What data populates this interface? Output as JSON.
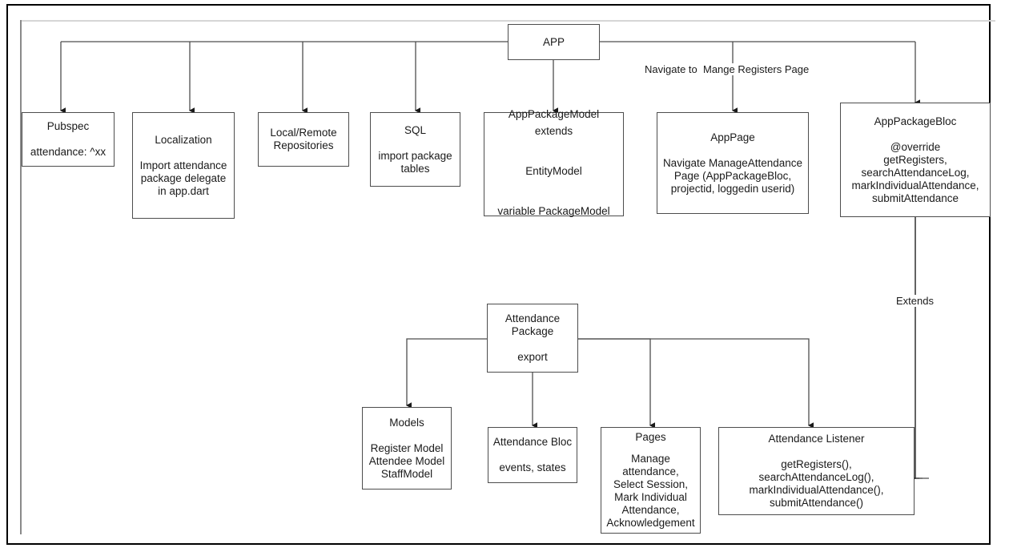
{
  "diagram": {
    "title": "Attendance Package Integration Flow",
    "type": "flowchart",
    "colors": {
      "node_border": "#4d4d4d",
      "frame": "#000000",
      "canvas_border": "#d6d6d6",
      "edge": "#4d4d4d",
      "text": "#1a1a1a"
    },
    "nodes": {
      "app": {
        "title": "APP",
        "body": ""
      },
      "pubspec": {
        "title": "Pubspec",
        "body": "attendance: ^xx"
      },
      "localization": {
        "title": "Localization",
        "body": "Import attendance\npackage delegate\nin app.dart"
      },
      "repositories": {
        "title": "Local/Remote\nRepositories",
        "body": ""
      },
      "sql": {
        "title": "SQL",
        "body": "import package\ntables"
      },
      "app_package_model": {
        "title": "AppPackageModel",
        "body": "extends\n\nEntityModel\n\nvariable PackageModel"
      },
      "app_page": {
        "title": "AppPage",
        "body": "Navigate ManageAttendance\nPage (AppPackageBloc,\nprojectid, loggedin userid)"
      },
      "app_package_bloc": {
        "title": "AppPackageBloc",
        "body": "@override\ngetRegisters,\nsearchAttendanceLog,\nmarkIndividualAttendance,\nsubmitAttendance"
      },
      "attendance_package": {
        "title": "Attendance\nPackage",
        "body": "export"
      },
      "models": {
        "title": "Models",
        "body": "Register Model\nAttendee Model\nStaffModel"
      },
      "attendance_bloc": {
        "title": "Attendance Bloc",
        "body": "events, states"
      },
      "pages": {
        "title": "Pages",
        "body": "Manage attendance,\nSelect Session,\nMark Individual\nAttendance,\nAcknowledgement"
      },
      "attendance_listener": {
        "title": "Attendance Listener",
        "body": "getRegisters(),\nsearchAttendanceLog(),\nmarkIndividualAttendance(),\nsubmitAttendance()"
      }
    },
    "edge_labels": {
      "navigate_manage_registers": "Navigate to  Mange Registers Page",
      "extends": "Extends"
    }
  }
}
